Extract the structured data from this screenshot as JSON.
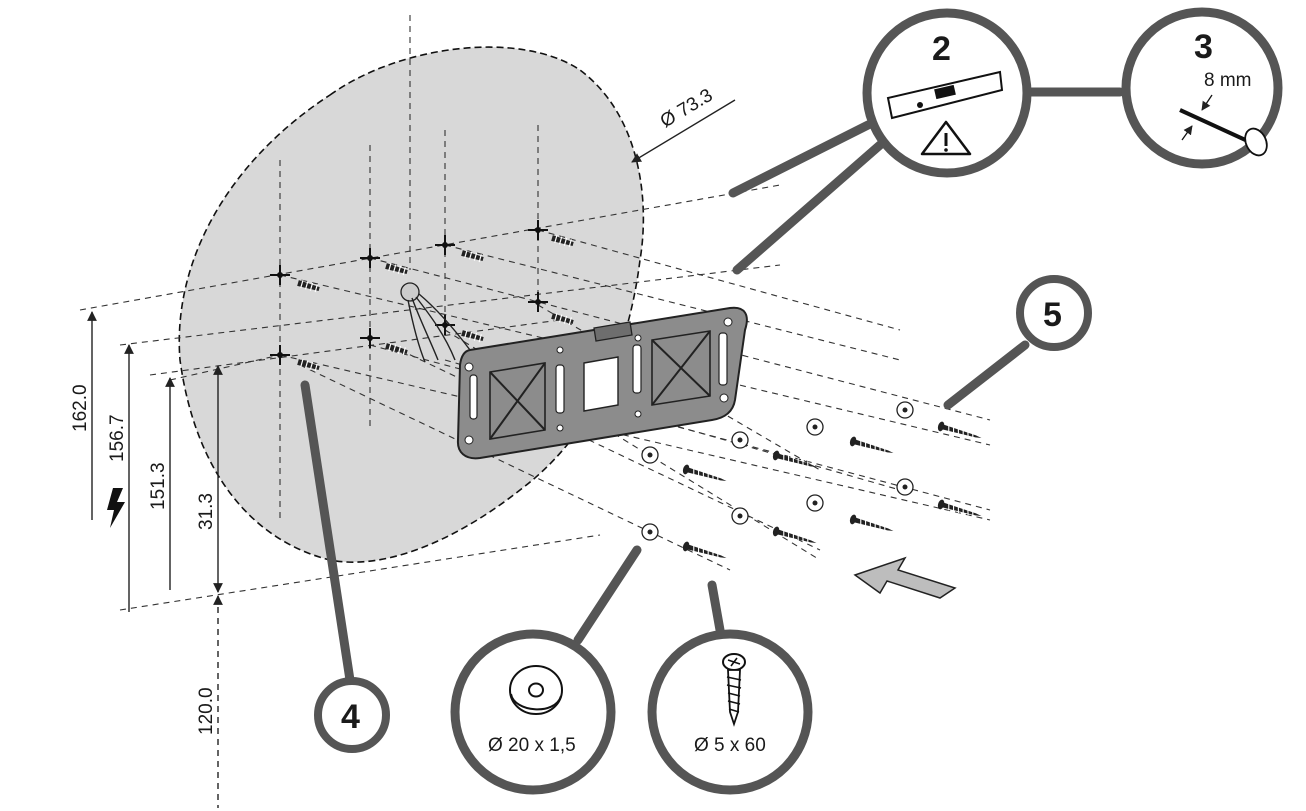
{
  "wall": {
    "cutout_diameter": "Ø 73.3"
  },
  "steps": {
    "s2": {
      "number": "2",
      "tool": "spirit-level",
      "warning": "warning-triangle"
    },
    "s3": {
      "number": "3",
      "drill_size": "8 mm"
    },
    "s4": {
      "number": "4"
    },
    "s5": {
      "number": "5"
    }
  },
  "parts": {
    "washer": {
      "label": "Ø 20 x 1,5"
    },
    "screw": {
      "label": "Ø 5 x 60"
    }
  },
  "dimensions": {
    "d162": "162.0",
    "d156": "156.7",
    "d151": "151.3",
    "d31": "31.3",
    "d120": "120.0"
  },
  "icons": [
    "lightning-hazard-icon",
    "spirit-level-icon",
    "warning-triangle-icon",
    "drill-bit-icon",
    "washer-icon",
    "screw-icon",
    "direction-arrow-icon"
  ],
  "colors": {
    "wall": "#d8d8d8",
    "plate": "#8c8c8c",
    "callout_ring": "#555555"
  }
}
